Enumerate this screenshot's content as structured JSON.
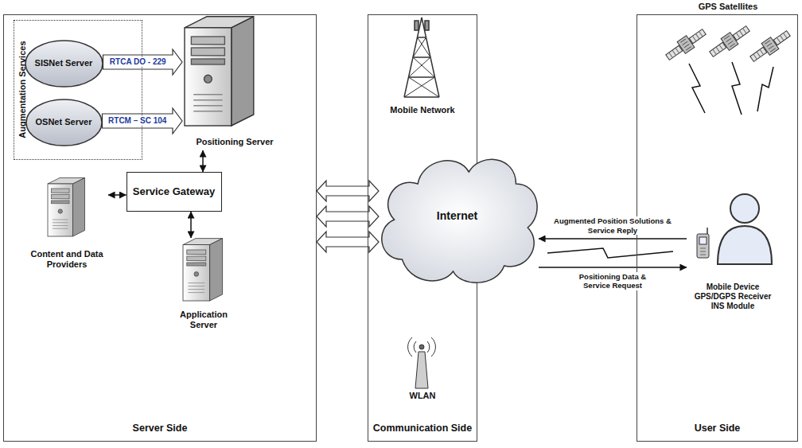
{
  "diagram": {
    "nodes": [
      {
        "text": [
          "Server Side"
        ]
      },
      {
        "text": [
          "Augmentation Services"
        ],
        "in": 0
      },
      {
        "text": [
          "SISNet Server"
        ],
        "in": 1
      },
      {
        "text": [
          "OSNet Server"
        ],
        "in": 1
      },
      {
        "text": [
          "Positioning Server"
        ],
        "in": 0
      },
      {
        "text": [
          "Service Gateway"
        ],
        "in": 0
      },
      {
        "text": [
          "Content and Data Providers"
        ],
        "in": 0
      },
      {
        "text": [
          "Application Server"
        ],
        "in": 0
      },
      {
        "text": [
          "Communication Side"
        ]
      },
      {
        "text": [
          "Mobile Network"
        ],
        "in": 8
      },
      {
        "text": [
          "Internet"
        ],
        "in": 8
      },
      {
        "text": [
          "WLAN"
        ],
        "in": 8
      },
      {
        "text": [
          "User Side"
        ]
      },
      {
        "text": [
          "Mobile Device GPS/DGPS Receiver INS Module"
        ],
        "in": 12
      }
    ],
    "edges": [
      {
        "from": 2,
        "to": 4,
        "label": "RTCA DO - 229",
        "arrow": "to"
      },
      {
        "from": 3,
        "to": 4,
        "label": "RTCM – SC 104",
        "arrow": "to"
      },
      {
        "from": 4,
        "to": 5,
        "arrow": "both"
      },
      {
        "from": 6,
        "to": 5,
        "arrow": "both"
      },
      {
        "from": 5,
        "to": 7,
        "arrow": "both"
      },
      {
        "from": 0,
        "to": 10,
        "arrow": "both"
      },
      {
        "from": 0,
        "to": 10,
        "arrow": "both"
      },
      {
        "from": 0,
        "to": 10,
        "arrow": "both"
      },
      {
        "from": 13,
        "to": 10,
        "label": "Augmented Position Solutions & Service Reply",
        "arrow": "to"
      },
      {
        "from": 10,
        "to": 13,
        "label": "Positioning Data & Service Request",
        "arrow": "to"
      }
    ],
    "labels": [
      "GPS Satellites"
    ]
  }
}
